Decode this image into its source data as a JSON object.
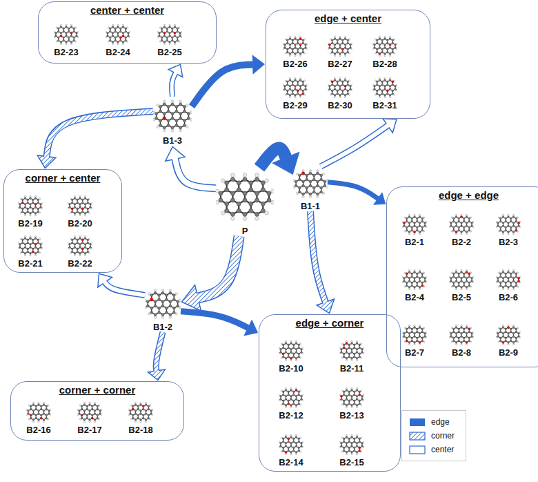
{
  "diagram": {
    "nodes": [
      {
        "text": [
          "center + center"
        ]
      },
      {
        "text": [
          "B2-23"
        ],
        "in": 0
      },
      {
        "text": [
          "B2-24"
        ],
        "in": 0
      },
      {
        "text": [
          "B2-25"
        ],
        "in": 0
      },
      {
        "text": [
          "edge + center"
        ]
      },
      {
        "text": [
          "B2-26"
        ],
        "in": 4
      },
      {
        "text": [
          "B2-27"
        ],
        "in": 4
      },
      {
        "text": [
          "B2-28"
        ],
        "in": 4
      },
      {
        "text": [
          "B2-29"
        ],
        "in": 4
      },
      {
        "text": [
          "B2-30"
        ],
        "in": 4
      },
      {
        "text": [
          "B2-31"
        ],
        "in": 4
      },
      {
        "text": [
          "B1-3"
        ]
      },
      {
        "text": [
          "corner + center"
        ]
      },
      {
        "text": [
          "B2-19"
        ],
        "in": 12
      },
      {
        "text": [
          "B2-20"
        ],
        "in": 12
      },
      {
        "text": [
          "B2-21"
        ],
        "in": 12
      },
      {
        "text": [
          "B2-22"
        ],
        "in": 12
      },
      {
        "text": [
          "P"
        ]
      },
      {
        "text": [
          "B1-1"
        ]
      },
      {
        "text": [
          "edge + edge"
        ]
      },
      {
        "text": [
          "B2-1"
        ],
        "in": 19
      },
      {
        "text": [
          "B2-2"
        ],
        "in": 19
      },
      {
        "text": [
          "B2-3"
        ],
        "in": 19
      },
      {
        "text": [
          "B2-4"
        ],
        "in": 19
      },
      {
        "text": [
          "B2-5"
        ],
        "in": 19
      },
      {
        "text": [
          "B2-6"
        ],
        "in": 19
      },
      {
        "text": [
          "B2-7"
        ],
        "in": 19
      },
      {
        "text": [
          "B2-8"
        ],
        "in": 19
      },
      {
        "text": [
          "B2-9"
        ],
        "in": 19
      },
      {
        "text": [
          "B1-2"
        ]
      },
      {
        "text": [
          "edge + corner"
        ]
      },
      {
        "text": [
          "B2-10"
        ],
        "in": 30
      },
      {
        "text": [
          "B2-11"
        ],
        "in": 30
      },
      {
        "text": [
          "B2-12"
        ],
        "in": 30
      },
      {
        "text": [
          "B2-13"
        ],
        "in": 30
      },
      {
        "text": [
          "B2-14"
        ],
        "in": 30
      },
      {
        "text": [
          "B2-15"
        ],
        "in": 30
      },
      {
        "text": [
          "corner + corner"
        ]
      },
      {
        "text": [
          "B2-16"
        ],
        "in": 37
      },
      {
        "text": [
          "B2-17"
        ],
        "in": 37
      },
      {
        "text": [
          "B2-18"
        ],
        "in": 37
      }
    ],
    "edges": [
      {
        "from": 17,
        "to": 18,
        "arrow": "to"
      },
      {
        "from": 17,
        "to": 29,
        "arrow": "to"
      },
      {
        "from": 17,
        "to": 11,
        "arrow": "to"
      },
      {
        "from": 11,
        "to": 0,
        "arrow": "to"
      },
      {
        "from": 11,
        "to": 4,
        "arrow": "to"
      },
      {
        "from": 11,
        "to": 12,
        "arrow": "to"
      },
      {
        "from": 18,
        "to": 4,
        "arrow": "to"
      },
      {
        "from": 18,
        "to": 19,
        "arrow": "to"
      },
      {
        "from": 18,
        "to": 30,
        "arrow": "to"
      },
      {
        "from": 29,
        "to": 30,
        "arrow": "to"
      },
      {
        "from": 29,
        "to": 12,
        "arrow": "to"
      },
      {
        "from": 29,
        "to": 37,
        "arrow": "to"
      }
    ],
    "legend": [
      {
        "text": "edge",
        "color": "#2f6bd1"
      },
      {
        "text": "corner"
      },
      {
        "text": "center"
      }
    ]
  }
}
